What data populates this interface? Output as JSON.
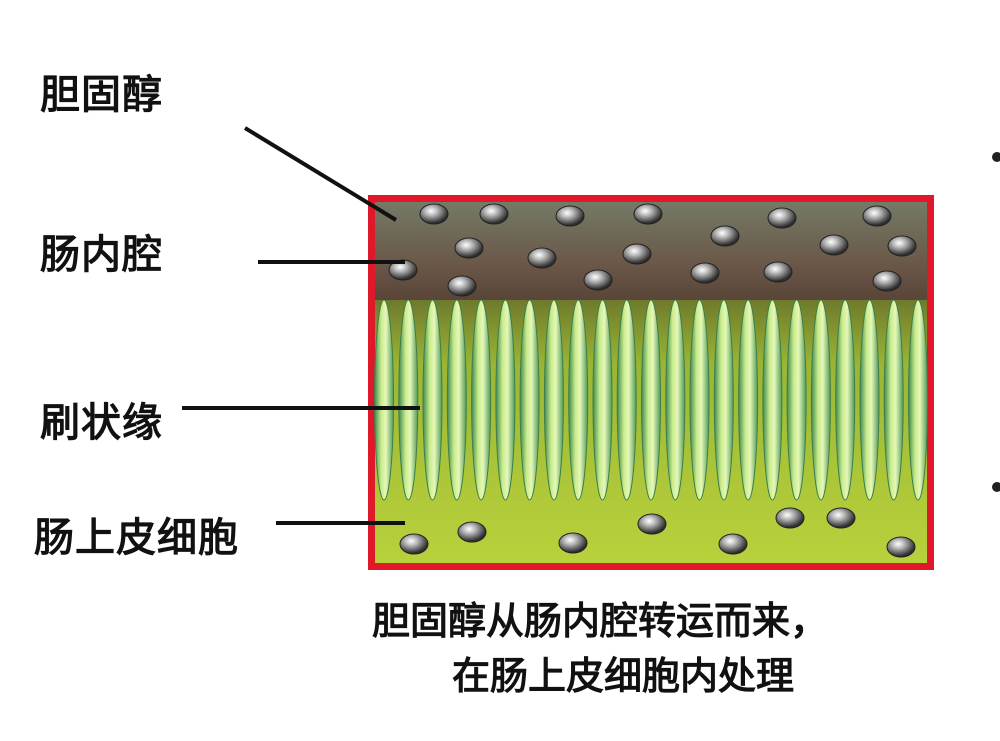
{
  "labels": {
    "cholesterol": "胆固醇",
    "lumen": "肠内腔",
    "brush_border": "刷状缘",
    "epithelial": "肠上皮细胞"
  },
  "caption": {
    "line1": "胆固醇从肠内腔转运而来，",
    "line2": "在肠上皮细胞内处理"
  },
  "colors": {
    "frame": "#e0192a",
    "lumen_top": "#6f6a5a",
    "lumen_bottom": "#5a4238",
    "epithelium": "#b5cf3a",
    "villus": "#d6ef9a",
    "villus_edge": "#4f8f55",
    "particle": "#5a5a5a"
  },
  "icons": [
    "cholesterol-particle-icon",
    "villus-icon",
    "bullet-icon"
  ]
}
